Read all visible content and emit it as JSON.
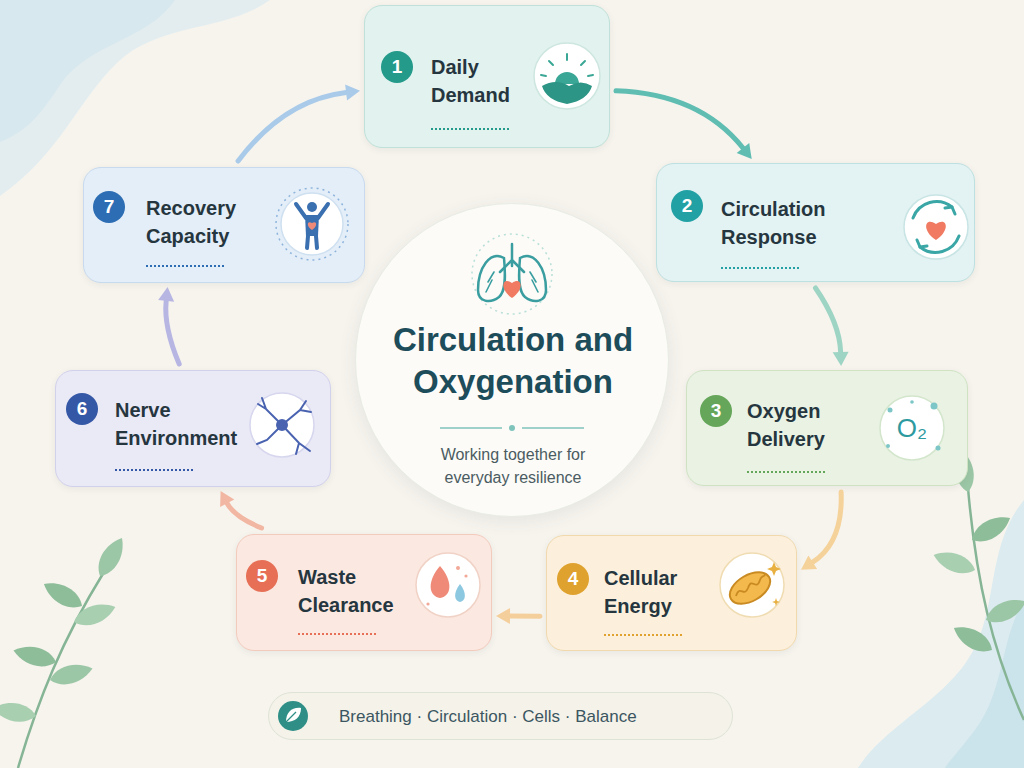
{
  "diagram": {
    "title": "Circulation and Oxygenation",
    "nodes": [
      {
        "text": [
          "1",
          "Daily Demand"
        ]
      },
      {
        "text": [
          "2",
          "Circulation Response"
        ]
      },
      {
        "text": [
          "3",
          "Oxygen Delivery"
        ]
      },
      {
        "text": [
          "4",
          "Cellular Energy"
        ]
      },
      {
        "text": [
          "5",
          "Waste Clearance"
        ]
      },
      {
        "text": [
          "6",
          "Nerve Environment"
        ]
      },
      {
        "text": [
          "7",
          "Recovery Capacity"
        ]
      },
      {
        "text": [
          "Working together for everyday resilience"
        ]
      },
      {
        "text": [
          "Breathing · Circulation · Cells · Balance"
        ]
      }
    ],
    "edges": [
      {
        "from": 0,
        "to": 1,
        "arrow": "to"
      },
      {
        "from": 1,
        "to": 2,
        "arrow": "to"
      },
      {
        "from": 2,
        "to": 3,
        "arrow": "to"
      },
      {
        "from": 3,
        "to": 4,
        "arrow": "to"
      },
      {
        "from": 4,
        "to": 5,
        "arrow": "to"
      },
      {
        "from": 5,
        "to": 6,
        "arrow": "to"
      },
      {
        "from": 6,
        "to": 0,
        "arrow": "to"
      }
    ],
    "labels": [
      "O₂"
    ]
  }
}
